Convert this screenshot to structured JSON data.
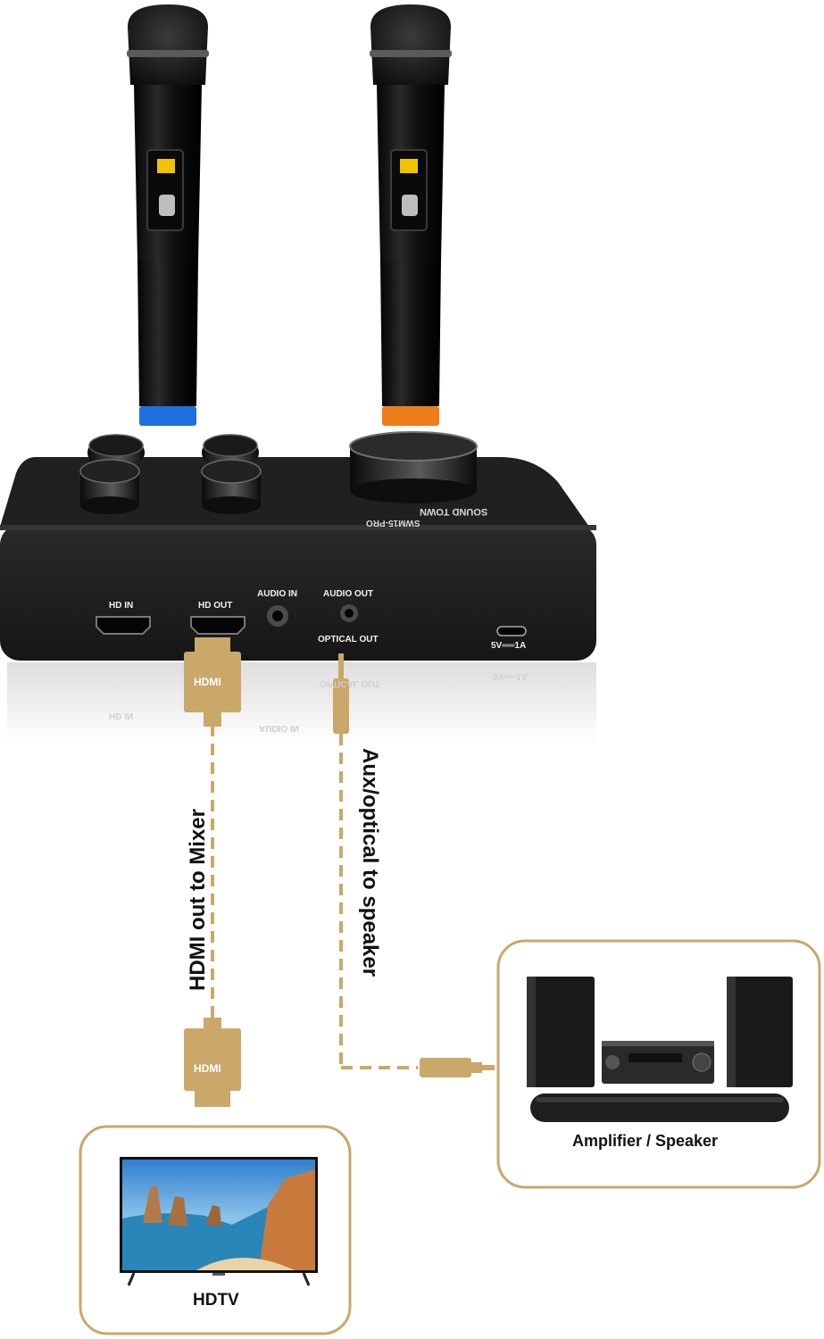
{
  "device": {
    "brand_label": "SOUND TOWN",
    "model_label": "SWM15-PRO",
    "ports": {
      "hd_in": "HD IN",
      "hd_out": "HD OUT",
      "audio_in": "AUDIO IN",
      "audio_out": "AUDIO OUT",
      "optical_out": "OPTICAL OUT",
      "power": "5V══1A"
    }
  },
  "connectors": {
    "hdmi_top": "HDMI",
    "hdmi_bottom": "HDMI"
  },
  "connections": {
    "hdmi_path_label": "HDMI out to Mixer",
    "aux_path_label": "Aux/optical to speaker"
  },
  "destinations": {
    "hdtv_label": "HDTV",
    "speaker_label": "Amplifier / Speaker"
  },
  "colors": {
    "gold": "#c9a86a",
    "device_body": "#1d1d1d",
    "mic_ring_left": "#1e6fe0",
    "mic_ring_right": "#ee7d1c"
  }
}
